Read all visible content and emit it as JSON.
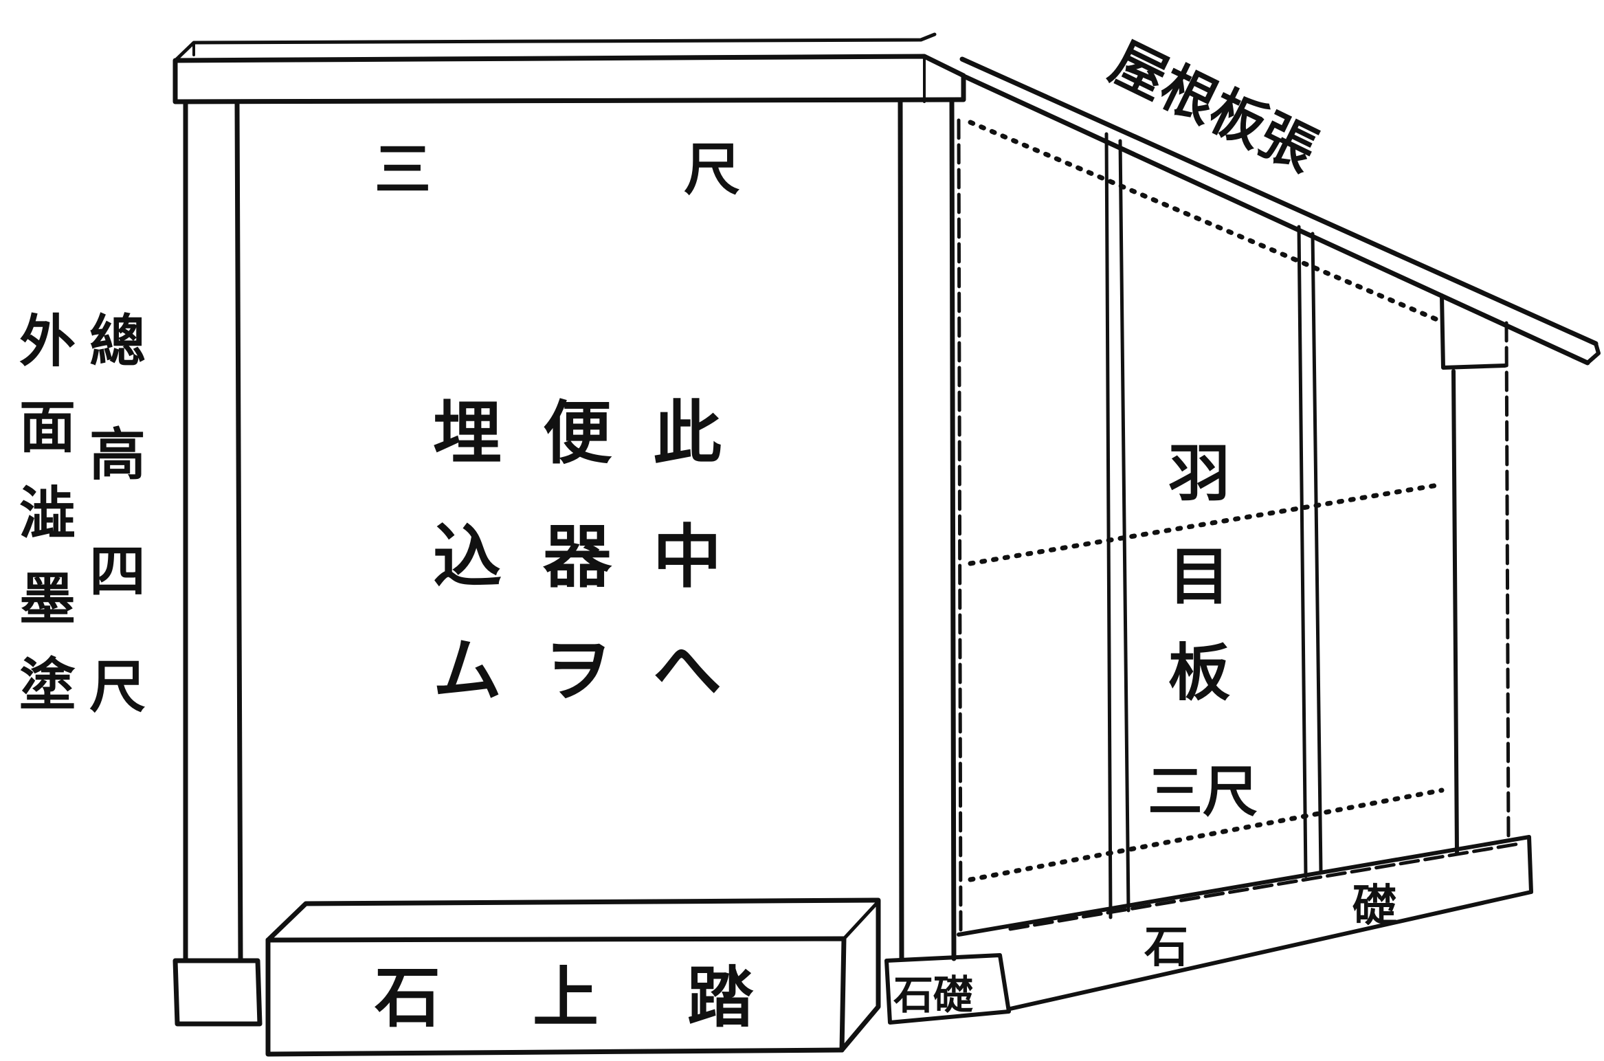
{
  "labels": {
    "roof_board": "屋根板張",
    "dim_3": "三",
    "dim_shaku": "尺",
    "total_height_line1": "總",
    "total_height_line2": "高",
    "total_height_line3": "四",
    "total_height_line4": "尺",
    "exterior_line1": "外",
    "exterior_line2": "面",
    "exterior_line3": "澁",
    "exterior_line4": "墨",
    "exterior_line5": "塗",
    "note_col1_1": "此",
    "note_col1_2": "中",
    "note_col1_3": "へ",
    "note_col2_1": "便",
    "note_col2_2": "器",
    "note_col2_3": "ヲ",
    "note_col3_1": "埋",
    "note_col3_2": "込",
    "note_col3_3": "ム",
    "side_board_1": "羽",
    "side_board_2": "目",
    "side_board_3": "板",
    "side_dim": "三尺",
    "base_stone_1": "石",
    "base_stone_2": "礎",
    "corner_stone": "石礎",
    "step_stone_1": "石",
    "step_stone_2": "上",
    "step_stone_3": "踏"
  }
}
